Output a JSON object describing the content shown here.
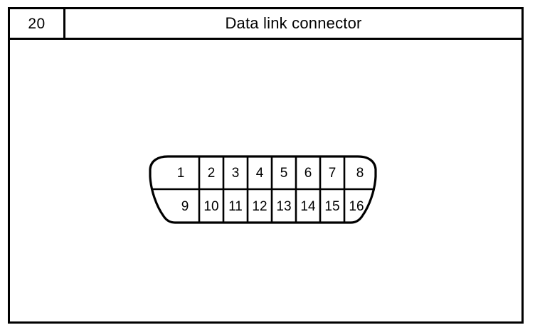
{
  "figure": {
    "number": "20",
    "title": "Data link connector"
  },
  "connector": {
    "name": "data-link-connector",
    "shape": "d-shaped-16-pin",
    "rows": [
      {
        "row_name": "top-row",
        "pins": [
          "1",
          "2",
          "3",
          "4",
          "5",
          "6",
          "7",
          "8"
        ]
      },
      {
        "row_name": "bottom-row",
        "pins": [
          "9",
          "10",
          "11",
          "12",
          "13",
          "14",
          "15",
          "16"
        ]
      }
    ],
    "pin_count": 16,
    "colors": {
      "outline": "#000000",
      "fill": "#ffffff",
      "background": "#ffffff"
    }
  }
}
